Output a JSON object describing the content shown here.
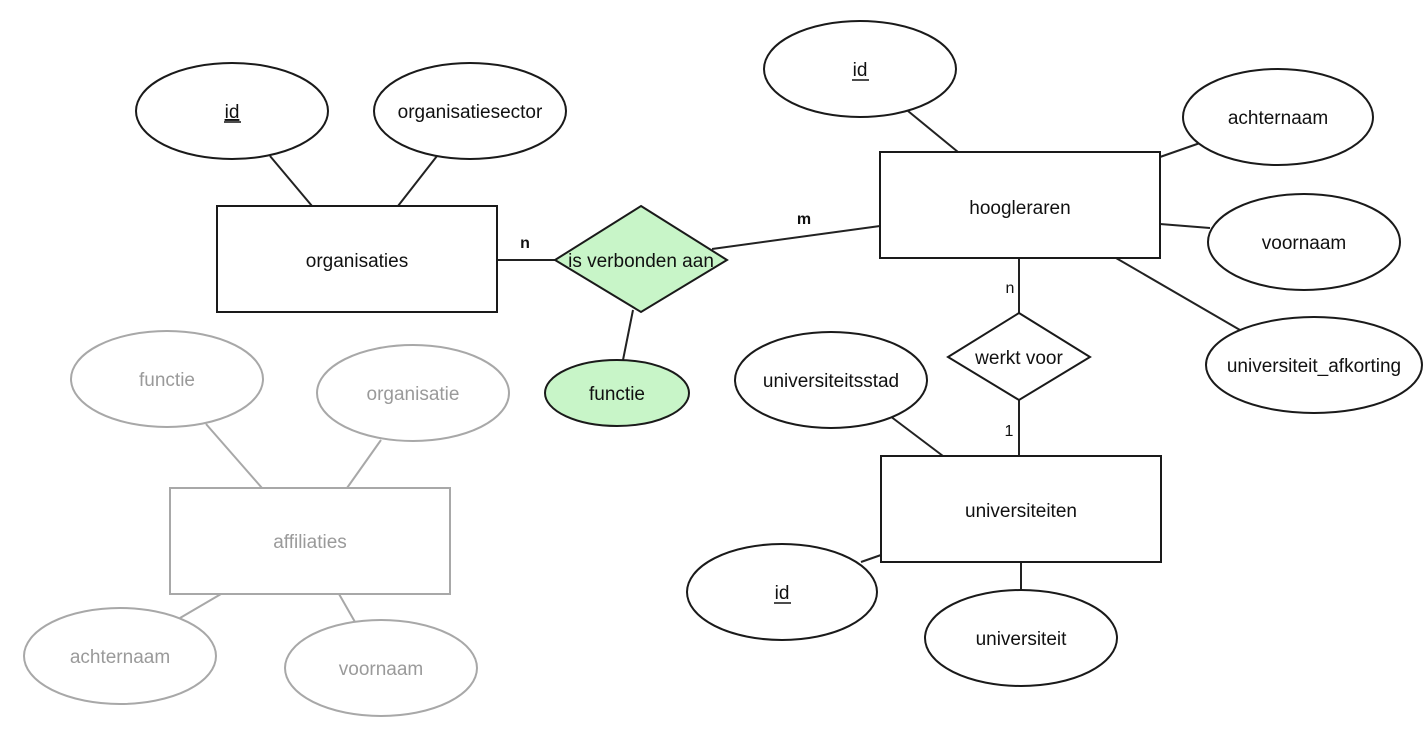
{
  "diagram": {
    "type": "entity-relationship",
    "entities": [
      {
        "id": "organisaties",
        "label": "organisaties",
        "faded": false
      },
      {
        "id": "hoogleraren",
        "label": "hoogleraren",
        "faded": false
      },
      {
        "id": "universiteiten",
        "label": "universiteiten",
        "faded": false
      },
      {
        "id": "affiliaties",
        "label": "affiliaties",
        "faded": true
      }
    ],
    "relationships": [
      {
        "id": "is_verbonden_aan",
        "label": "is verbonden aan",
        "highlighted": true
      },
      {
        "id": "werkt_voor",
        "label": "werkt voor",
        "highlighted": false
      }
    ],
    "attributes": [
      {
        "id": "org_id",
        "label": "id",
        "key": true,
        "owner": "organisaties",
        "faded": false
      },
      {
        "id": "org_sector",
        "label": "organisatiesector",
        "key": false,
        "owner": "organisaties",
        "faded": false
      },
      {
        "id": "hoog_id",
        "label": "id",
        "key": true,
        "owner": "hoogleraren",
        "faded": false
      },
      {
        "id": "hoog_achternaam",
        "label": "achternaam",
        "key": false,
        "owner": "hoogleraren",
        "faded": false
      },
      {
        "id": "hoog_voornaam",
        "label": "voornaam",
        "key": false,
        "owner": "hoogleraren",
        "faded": false
      },
      {
        "id": "hoog_afkorting",
        "label": "universiteit_afkorting",
        "key": false,
        "owner": "hoogleraren",
        "faded": false
      },
      {
        "id": "rel_functie",
        "label": "functie",
        "key": false,
        "owner": "is_verbonden_aan",
        "faded": false,
        "highlighted": true
      },
      {
        "id": "uni_stad",
        "label": "universiteitsstad",
        "key": false,
        "owner": "universiteiten",
        "faded": false
      },
      {
        "id": "uni_id",
        "label": "id",
        "key": true,
        "owner": "universiteiten",
        "faded": false
      },
      {
        "id": "uni_naam",
        "label": "universiteit",
        "key": false,
        "owner": "universiteiten",
        "faded": false
      },
      {
        "id": "aff_functie",
        "label": "functie",
        "key": false,
        "owner": "affiliaties",
        "faded": true
      },
      {
        "id": "aff_organisatie",
        "label": "organisatie",
        "key": false,
        "owner": "affiliaties",
        "faded": true
      },
      {
        "id": "aff_achternaam",
        "label": "achternaam",
        "key": false,
        "owner": "affiliaties",
        "faded": true
      },
      {
        "id": "aff_voornaam",
        "label": "voornaam",
        "key": false,
        "owner": "affiliaties",
        "faded": true
      }
    ],
    "cardinalities": [
      {
        "id": "card_org",
        "label": "n",
        "between": [
          "organisaties",
          "is_verbonden_aan"
        ]
      },
      {
        "id": "card_hoog_rel1",
        "label": "m",
        "between": [
          "hoogleraren",
          "is_verbonden_aan"
        ]
      },
      {
        "id": "card_hoog_rel2",
        "label": "n",
        "between": [
          "hoogleraren",
          "werkt_voor"
        ]
      },
      {
        "id": "card_uni",
        "label": "1",
        "between": [
          "universiteiten",
          "werkt_voor"
        ]
      }
    ],
    "colors": {
      "highlight_fill": "#c8f5c8",
      "stroke": "#1a1a1a",
      "faded": "#a8a8a8"
    }
  }
}
